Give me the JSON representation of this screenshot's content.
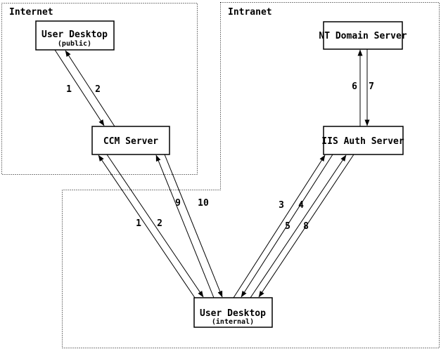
{
  "regions": {
    "internet": {
      "label": "Internet"
    },
    "intranet": {
      "label": "Intranet"
    }
  },
  "nodes": {
    "user_desktop_public": {
      "title": "User Desktop",
      "subtitle": "(public)"
    },
    "ccm_server": {
      "title": "CCM Server"
    },
    "nt_domain_server": {
      "title": "NT Domain Server"
    },
    "iis_auth_server": {
      "title": "IIS Auth Server"
    },
    "user_desktop_internal": {
      "title": "User Desktop",
      "subtitle": "(internal)"
    }
  },
  "flow_labels": {
    "public_to_ccm": "1",
    "ccm_to_public": "2",
    "internal_to_ccm_first": "1",
    "ccm_to_internal_first": "2",
    "internal_to_iis_first": "3",
    "iis_to_internal_first": "4",
    "internal_to_iis_second": "5",
    "iis_to_nt_domain": "6",
    "nt_domain_to_iis": "7",
    "iis_to_internal_second": "8",
    "internal_to_ccm_second": "9",
    "ccm_to_internal_second": "10"
  },
  "colors": {
    "line": "#000000",
    "background": "#ffffff"
  }
}
